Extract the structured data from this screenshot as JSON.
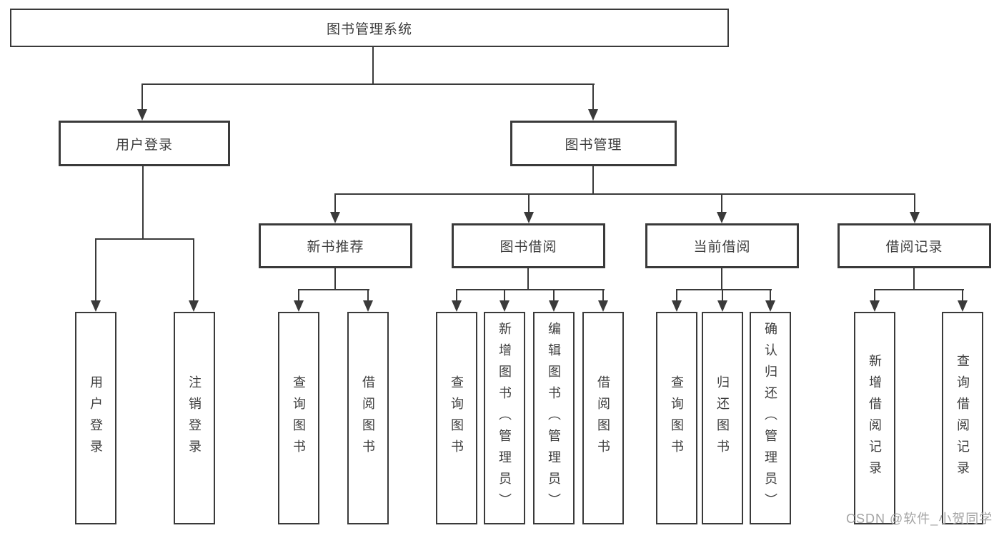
{
  "diagram": {
    "title_note": "functional structure chart",
    "root": {
      "label": "图书管理系统"
    },
    "level2": [
      {
        "label": "用户登录"
      },
      {
        "label": "图书管理"
      }
    ],
    "level3": [
      {
        "label": "新书推荐"
      },
      {
        "label": "图书借阅"
      },
      {
        "label": "当前借阅"
      },
      {
        "label": "借阅记录"
      }
    ],
    "leaves": {
      "user_login": [
        "用户登录",
        "注销登录"
      ],
      "new_books": [
        "查询图书",
        "借阅图书"
      ],
      "book_borrow": [
        "查询图书",
        "新增图书（管理员）",
        "编辑图书（管理员）",
        "借阅图书"
      ],
      "current_borrow": [
        "查询图书",
        "归还图书",
        "确认归还（管理员）"
      ],
      "borrow_records": [
        "新增借阅记录",
        "查询借阅记录"
      ]
    },
    "watermark": "CSDN @软件_小贺同学",
    "colors": {
      "line": "#3a3a3a",
      "text": "#3d3d3d",
      "watermark": "#a3a3a3",
      "background": "#ffffff"
    }
  }
}
